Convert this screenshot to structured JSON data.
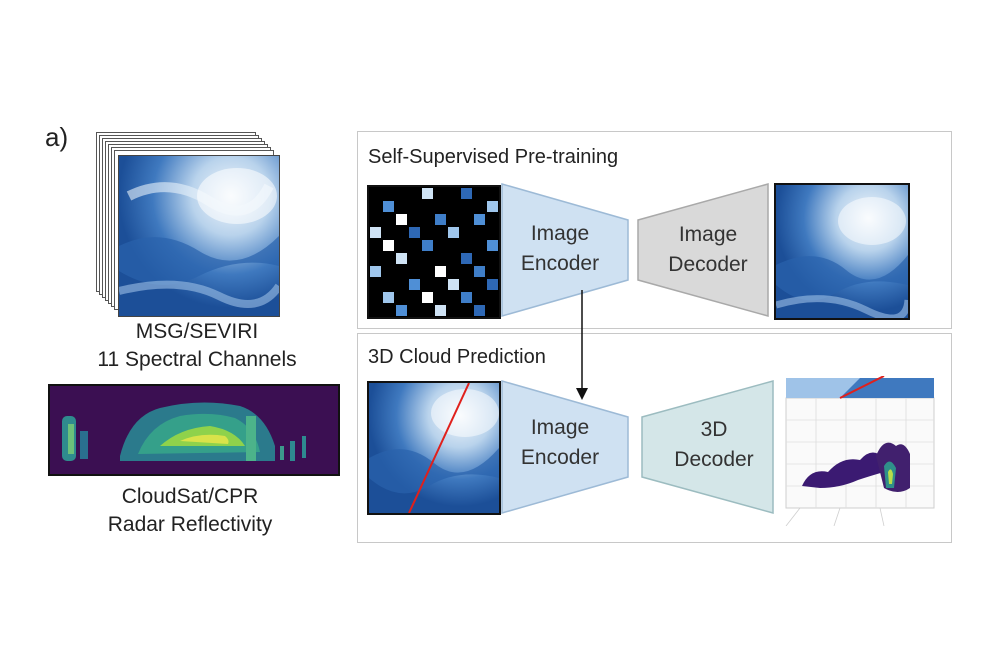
{
  "panel_label": "a)",
  "left": {
    "sensor_caption_line1": "MSG/SEVIRI",
    "sensor_caption_line2": "11 Spectral Channels",
    "radar_caption_line1": "CloudSat/CPR",
    "radar_caption_line2": "Radar Reflectivity"
  },
  "pretraining": {
    "title": "Self-Supervised Pre-training",
    "encoder_line1": "Image",
    "encoder_line2": "Encoder",
    "decoder_line1": "Image",
    "decoder_line2": "Decoder"
  },
  "prediction": {
    "title": "3D Cloud Prediction",
    "encoder_line1": "Image",
    "encoder_line2": "Encoder",
    "decoder_line1": "3D",
    "decoder_line2": "Decoder"
  },
  "colors": {
    "encoder_fill": "#cfe1f2",
    "encoder_stroke": "#9dbad6",
    "image_decoder_fill": "#d9d9d9",
    "image_decoder_stroke": "#a9a9a9",
    "decoder3d_fill": "#d4e6e8",
    "decoder3d_stroke": "#9cbcc0",
    "track_line": "#e0201c"
  }
}
